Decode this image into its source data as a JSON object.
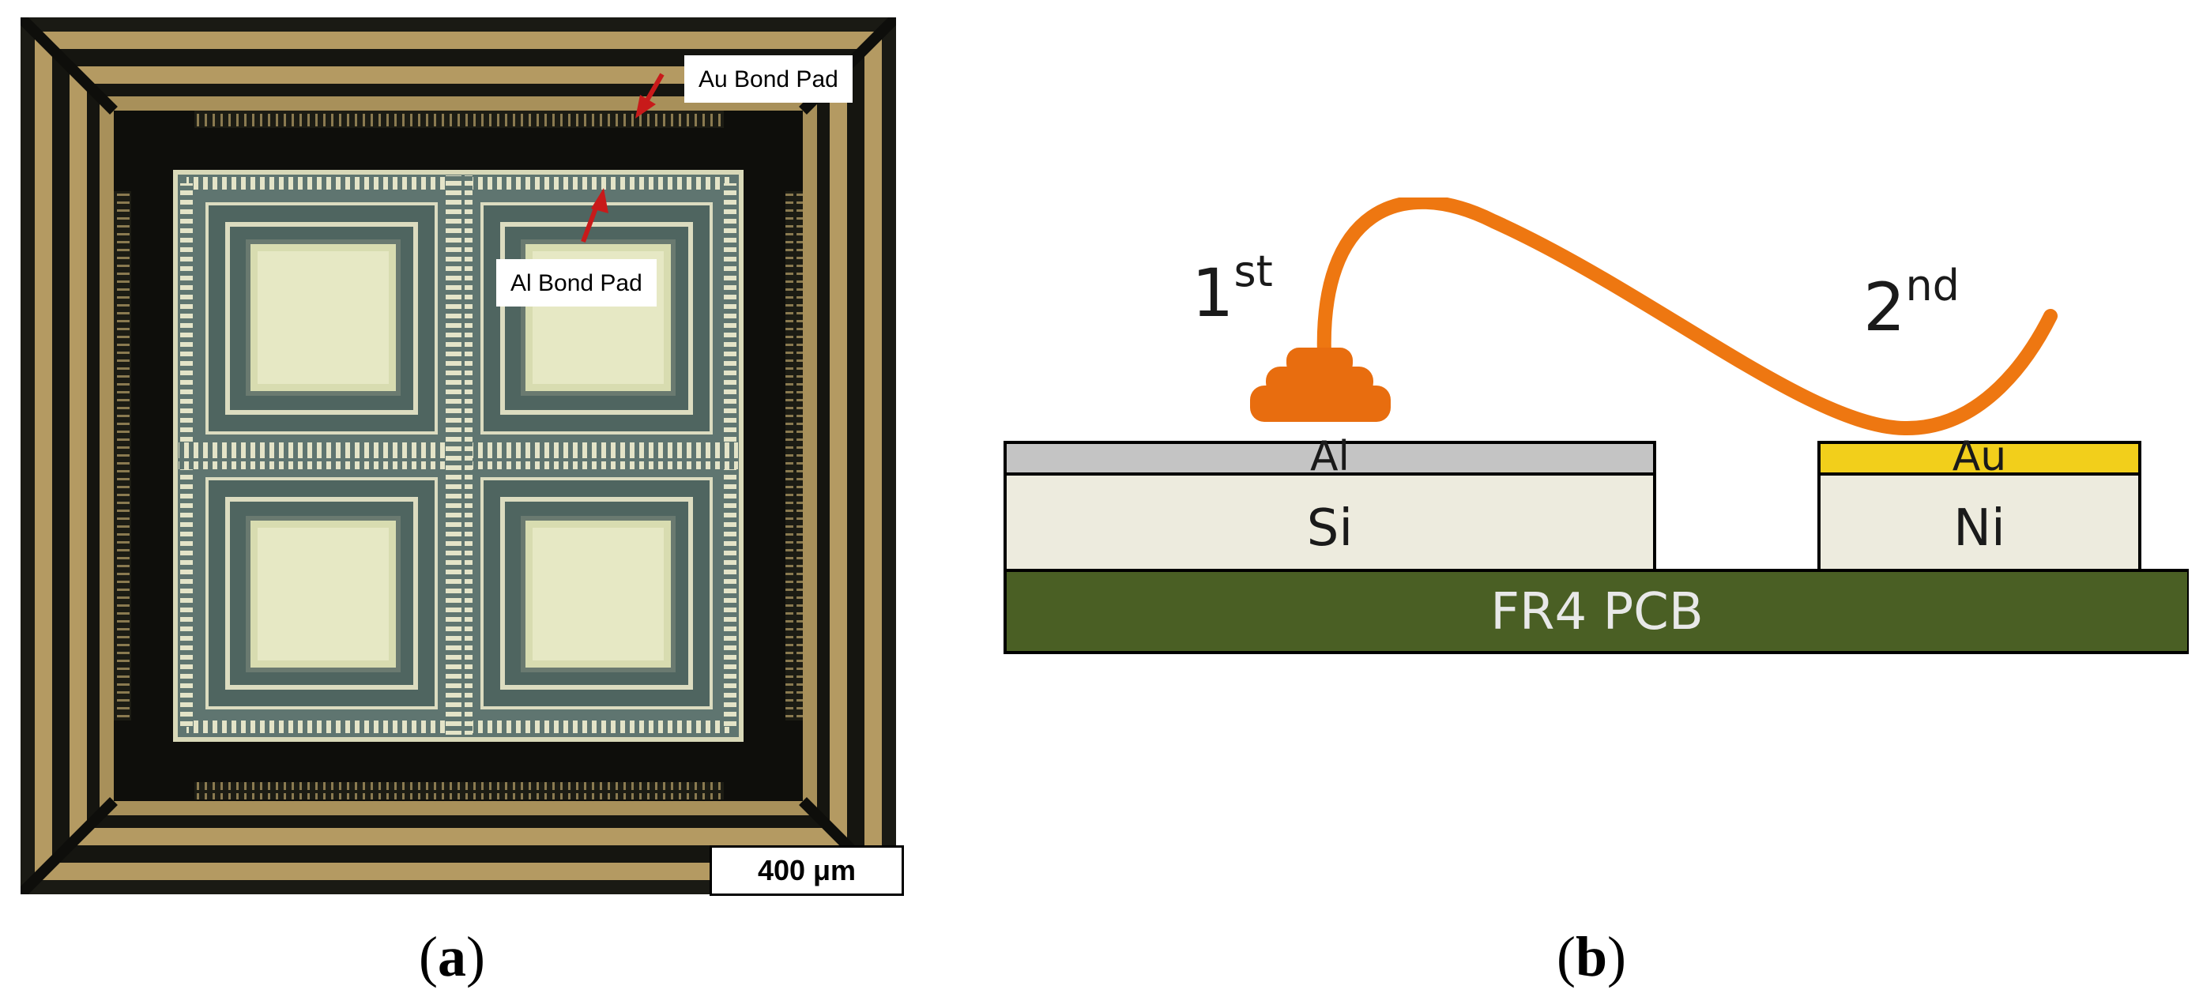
{
  "panel_a": {
    "callouts": {
      "au_bond_pad": "Au Bond Pad",
      "al_bond_pad": "Al Bond Pad"
    },
    "scale_bar": "400 μm",
    "caption": "a"
  },
  "panel_b": {
    "bond_labels": {
      "first": {
        "num": "1",
        "sup": "st"
      },
      "second": {
        "num": "2",
        "sup": "nd"
      }
    },
    "layers": {
      "al": "Al",
      "si": "Si",
      "au": "Au",
      "ni": "Ni",
      "pcb": "FR4 PCB"
    },
    "caption": "b"
  },
  "colors": {
    "wire": "#EE7711",
    "ball": "#E86D0F",
    "al": "#C4C4C4",
    "substrate": "#EDEBDE",
    "au": "#F2CF1B",
    "pcb": "#4A5F24",
    "gold_frame": "#B49A62",
    "chip": "#5F7570"
  }
}
